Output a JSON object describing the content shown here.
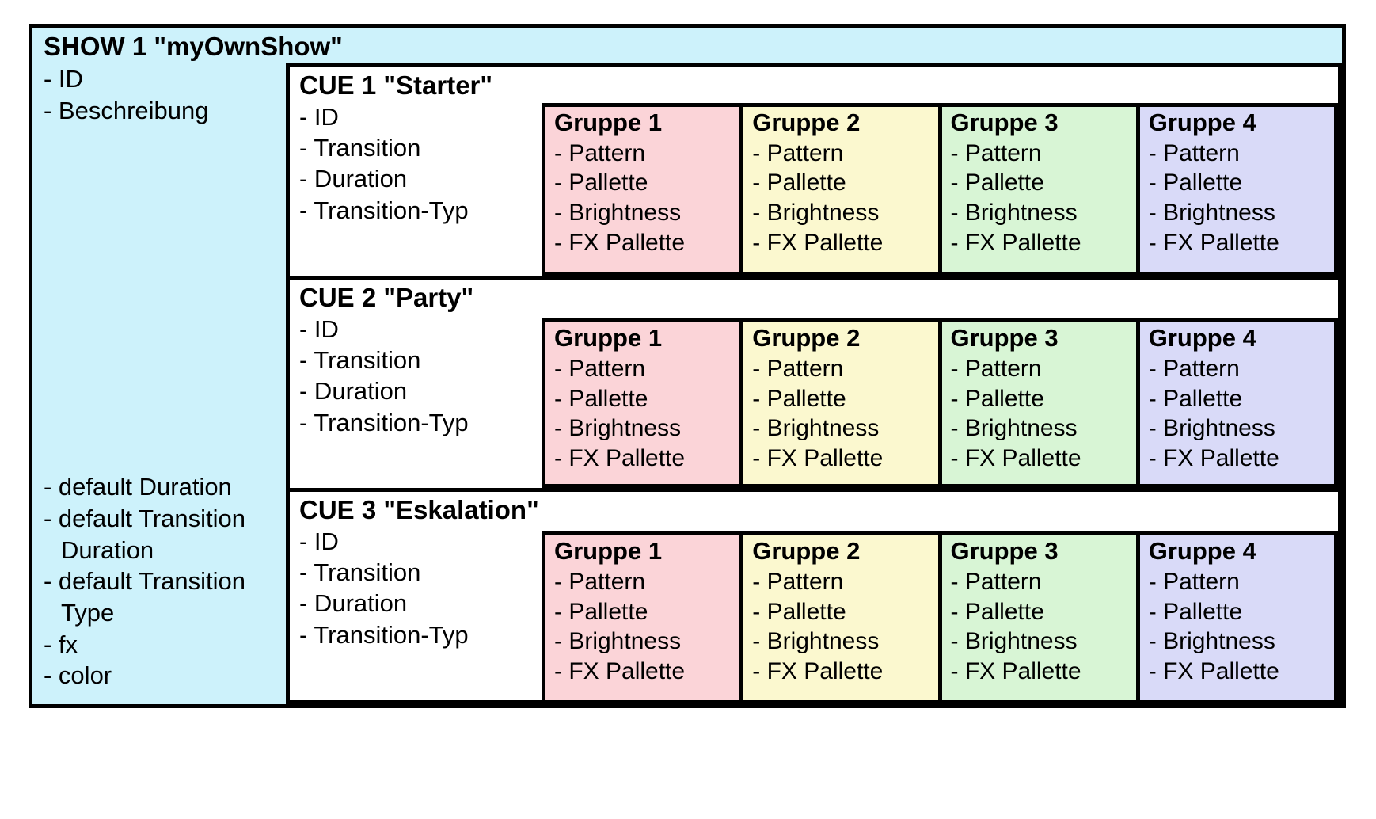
{
  "diagram": {
    "show": {
      "title": "SHOW 1 \"myOwnShow\"",
      "top_properties": [
        "- ID",
        "- Beschreibung"
      ],
      "bottom_properties": [
        {
          "label": "- default Duration",
          "continuation": ""
        },
        {
          "label": "- default Transition",
          "continuation": "Duration"
        },
        {
          "label": "- default Transition",
          "continuation": "Type"
        },
        {
          "label": "- fx",
          "continuation": ""
        },
        {
          "label": "- color",
          "continuation": ""
        }
      ],
      "background": "#cdf2fb"
    },
    "cues": [
      {
        "title": "CUE 1 \"Starter\"",
        "properties": [
          "- ID",
          "- Transition",
          "- Duration",
          "- Transition-Typ"
        ],
        "groups": [
          {
            "title": "Gruppe 1",
            "properties": [
              "- Pattern",
              "- Pallette",
              "- Brightness",
              "- FX Pallette"
            ],
            "color": "#fbd4d8"
          },
          {
            "title": "Gruppe 2",
            "properties": [
              "- Pattern",
              "- Pallette",
              "- Brightness",
              "- FX Pallette"
            ],
            "color": "#fbf8cf"
          },
          {
            "title": "Gruppe 3",
            "properties": [
              "- Pattern",
              "- Pallette",
              "- Brightness",
              "- FX Pallette"
            ],
            "color": "#d8f5d5"
          },
          {
            "title": "Gruppe 4",
            "properties": [
              "- Pattern",
              "- Pallette",
              "- Brightness",
              "- FX Pallette"
            ],
            "color": "#d9daf8"
          }
        ]
      },
      {
        "title": "CUE 2 \"Party\"",
        "properties": [
          "- ID",
          "- Transition",
          "- Duration",
          "- Transition-Typ"
        ],
        "groups": [
          {
            "title": "Gruppe 1",
            "properties": [
              "- Pattern",
              "- Pallette",
              "- Brightness",
              "- FX Pallette"
            ],
            "color": "#fbd4d8"
          },
          {
            "title": "Gruppe 2",
            "properties": [
              "- Pattern",
              "- Pallette",
              "- Brightness",
              "- FX Pallette"
            ],
            "color": "#fbf8cf"
          },
          {
            "title": "Gruppe 3",
            "properties": [
              "- Pattern",
              "- Pallette",
              "- Brightness",
              "- FX Pallette"
            ],
            "color": "#d8f5d5"
          },
          {
            "title": "Gruppe 4",
            "properties": [
              "- Pattern",
              "- Pallette",
              "- Brightness",
              "- FX Pallette"
            ],
            "color": "#d9daf8"
          }
        ]
      },
      {
        "title": "CUE 3 \"Eskalation\"",
        "properties": [
          "- ID",
          "- Transition",
          "- Duration",
          "- Transition-Typ"
        ],
        "groups": [
          {
            "title": "Gruppe 1",
            "properties": [
              "- Pattern",
              "- Pallette",
              "- Brightness",
              "- FX Pallette"
            ],
            "color": "#fbd4d8"
          },
          {
            "title": "Gruppe 2",
            "properties": [
              "- Pattern",
              "- Pallette",
              "- Brightness",
              "- FX Pallette"
            ],
            "color": "#fbf8cf"
          },
          {
            "title": "Gruppe 3",
            "properties": [
              "- Pattern",
              "- Pallette",
              "- Brightness",
              "- FX Pallette"
            ],
            "color": "#d8f5d5"
          },
          {
            "title": "Gruppe 4",
            "properties": [
              "- Pattern",
              "- Pallette",
              "- Brightness",
              "- FX Pallette"
            ],
            "color": "#d9daf8"
          }
        ]
      }
    ]
  }
}
